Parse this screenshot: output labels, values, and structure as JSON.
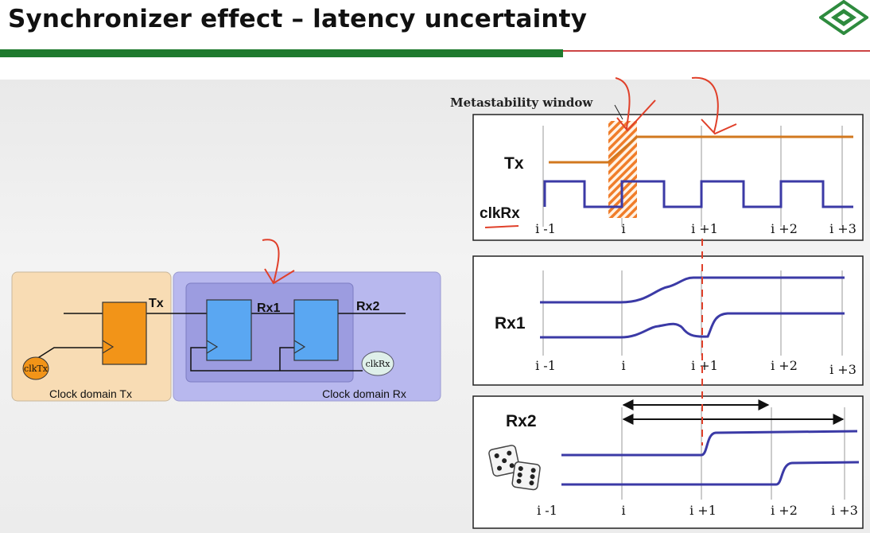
{
  "slide": {
    "title": "Synchronizer effect – latency uncertainty"
  },
  "circuit": {
    "domain_tx_label": "Clock domain Tx",
    "domain_rx_label": "Clock domain Rx",
    "clk_tx_label": "clkTx",
    "clk_rx_label": "clkRx",
    "tx_signal": "Tx",
    "rx1_signal": "Rx1",
    "rx2_signal": "Rx2"
  },
  "timing": {
    "metastability_label": "Metastability window",
    "panel1": {
      "tx_label": "Tx",
      "clk_label": "clkRx"
    },
    "panel2": {
      "label": "Rx1"
    },
    "panel3": {
      "label": "Rx2"
    },
    "ticks": [
      "i -1",
      "i",
      "i +1",
      "i +2",
      "i +3"
    ]
  },
  "colors": {
    "title_bar": "#1f7a2e",
    "tx_wave": "#d2781f",
    "clk_wave": "#3b3aa6",
    "annotation": "#e0402a",
    "domain_tx_fill": "#f8dcb4",
    "domain_rx_fill": "#b8b8ee",
    "ff_tx_fill": "#f29418",
    "ff_rx_fill": "#5aa7f2"
  }
}
